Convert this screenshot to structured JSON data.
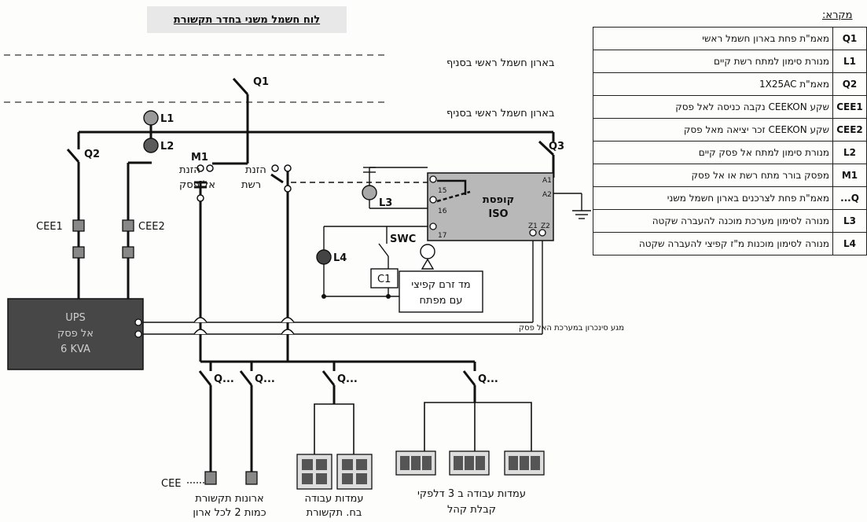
{
  "title": "לוח חשמל משני בחדר תקשורת",
  "legend": {
    "title": "מקרא:",
    "rows": [
      {
        "code": "Q1",
        "desc": "מאמ\"ת פחת בארון חשמל ראשי"
      },
      {
        "code": "L1",
        "desc": "מנורת סימון למתח רשת קיים"
      },
      {
        "code": "Q2",
        "desc": "מאמ\"ת 1X25AC"
      },
      {
        "code": "CEE1",
        "desc": "שקע CEEKON נקבה כניסה לאל פסק"
      },
      {
        "code": "CEE2",
        "desc": "שקע CEEKON זכר יציאה מאל פסק"
      },
      {
        "code": "L2",
        "desc": "מנורת סימון למתח אל פסק קיים"
      },
      {
        "code": "M1",
        "desc": "מפסק בורר מתח רשת או אל פסק"
      },
      {
        "code": "Q...",
        "desc": "מאמ\"ת פחת לצרכנים בארון חשמל משני"
      },
      {
        "code": "L3",
        "desc": "מנורה לסימון מערכת מוכנה להעברה שקטה"
      },
      {
        "code": "L4",
        "desc": "מנורה לסימון מוכנות מ\"ז קפיצי להעברה שקטה"
      }
    ]
  },
  "labels": {
    "main_panel_1": "בארון חשמל ראשי בסניף",
    "main_panel_2": "בארון חשמל ראשי בסניף",
    "q1": "Q1",
    "q2": "Q2",
    "q3": "Q3",
    "l1": "L1",
    "l2": "L2",
    "l3": "L3",
    "l4": "L4",
    "m1": "M1",
    "feed_ups_1": "הזנת",
    "feed_ups_2": "אל פסק",
    "feed_grid_1": "הזנת",
    "feed_grid_2": "רשת",
    "cee1": "CEE1",
    "cee2": "CEE2",
    "iso_1": "קופסת",
    "iso_2": "ISO",
    "t15": "15",
    "t16": "16",
    "t17": "17",
    "a1": "A1",
    "a2": "A2",
    "z1": "Z1",
    "z2": "Z2",
    "swc": "SWC",
    "c1": "C1",
    "spring_1": "מד זרם קפיצי",
    "spring_2": "עם מפתח",
    "ups_1": "UPS",
    "ups_2": "אל פסק",
    "ups_3": "6 KVA",
    "sync": "מגע סינכרון במערכת האל פסק",
    "qdots_1": "Q...",
    "qdots_2": "Q...",
    "qdots_3": "Q...",
    "qdots_4": "Q...",
    "cee_out": "CEE",
    "cab_1": "ארונות תקשורת",
    "cab_2": "כמות 2 לכל ארון",
    "ws_1": "עמדות עבודה",
    "ws_2": "בח. תקשורת",
    "pub_1": "עמדות עבודה ב 3 דלפקי",
    "pub_2": "קבלת קהל"
  }
}
